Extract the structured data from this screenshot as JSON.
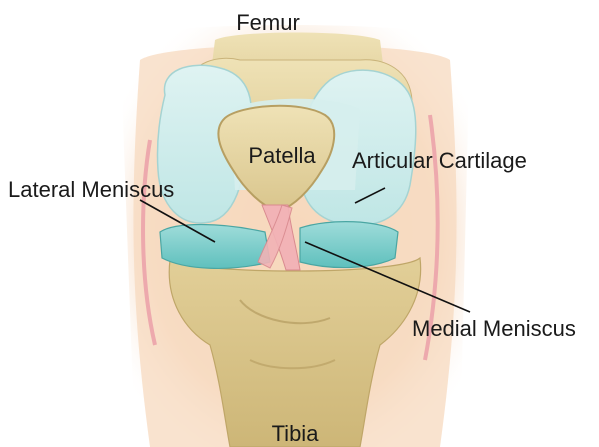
{
  "diagram": {
    "labels": {
      "femur": "Femur",
      "patella": "Patella",
      "articular_cartilage": "Articular Cartilage",
      "lateral_meniscus": "Lateral Meniscus",
      "medial_meniscus": "Medial Meniscus",
      "tibia": "Tibia"
    }
  }
}
